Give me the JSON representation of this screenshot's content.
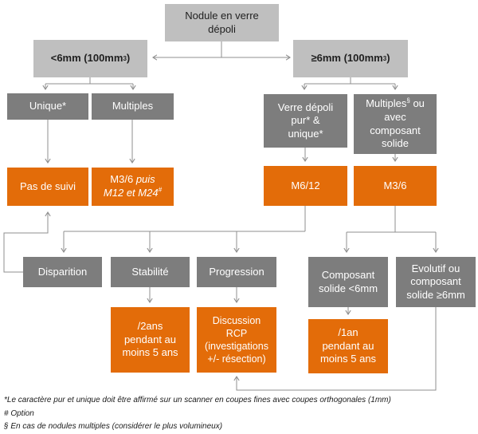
{
  "diagram": {
    "title_box": {
      "label": "Nodule en verre\ndépoli"
    },
    "branch_left": {
      "pre": "<6mm (100mm",
      "sup": "3",
      "post": ")"
    },
    "branch_right": {
      "pre": "≥6mm (100mm",
      "sup": "3",
      "post": ")"
    },
    "nodes": {
      "unique": {
        "label": "Unique*"
      },
      "multiples_left": {
        "label": "Multiples"
      },
      "verre_pur": {
        "label": "Verre dépoli\npur* &\nunique*"
      },
      "multiples_right": {
        "pre": "Multiples",
        "sup": "§",
        "post": " ou\navec\ncomposant\nsolide"
      },
      "pas_de_suivi": {
        "label": "Pas de suivi"
      },
      "m36_puis": {
        "pre": "M3/6 ",
        "italic": "puis\nM12 et M24",
        "sup": "#"
      },
      "m612": {
        "label": "M6/12"
      },
      "m36": {
        "label": "M3/6"
      },
      "disparition": {
        "label": "Disparition"
      },
      "stabilite": {
        "label": "Stabilité"
      },
      "progression": {
        "label": "Progression"
      },
      "composant_solide": {
        "label": "Composant\nsolide <6mm"
      },
      "evolutif": {
        "label": "Evolutif ou\ncomposant\nsolide ≥6mm"
      },
      "deux_ans": {
        "label": "/2ans\npendant au\nmoins 5 ans"
      },
      "discussion_rcp": {
        "label": "Discussion\nRCP\n(investigations\n+/- résection)"
      },
      "un_an": {
        "label": "/1an\npendant au\nmoins 5 ans"
      }
    },
    "footnotes": {
      "line1": "*Le caractère pur et unique doit être affirmé sur un scanner en coupes fines avec coupes orthogonales (1mm)",
      "line2": "# Option",
      "line3": "§ En cas de nodules multiples (considérer le plus volumineux)"
    },
    "colors": {
      "light_gray": "#bfbfbf",
      "dark_gray": "#7d7d7d",
      "orange": "#e36c09",
      "line_gray": "#8f8f8f"
    }
  }
}
